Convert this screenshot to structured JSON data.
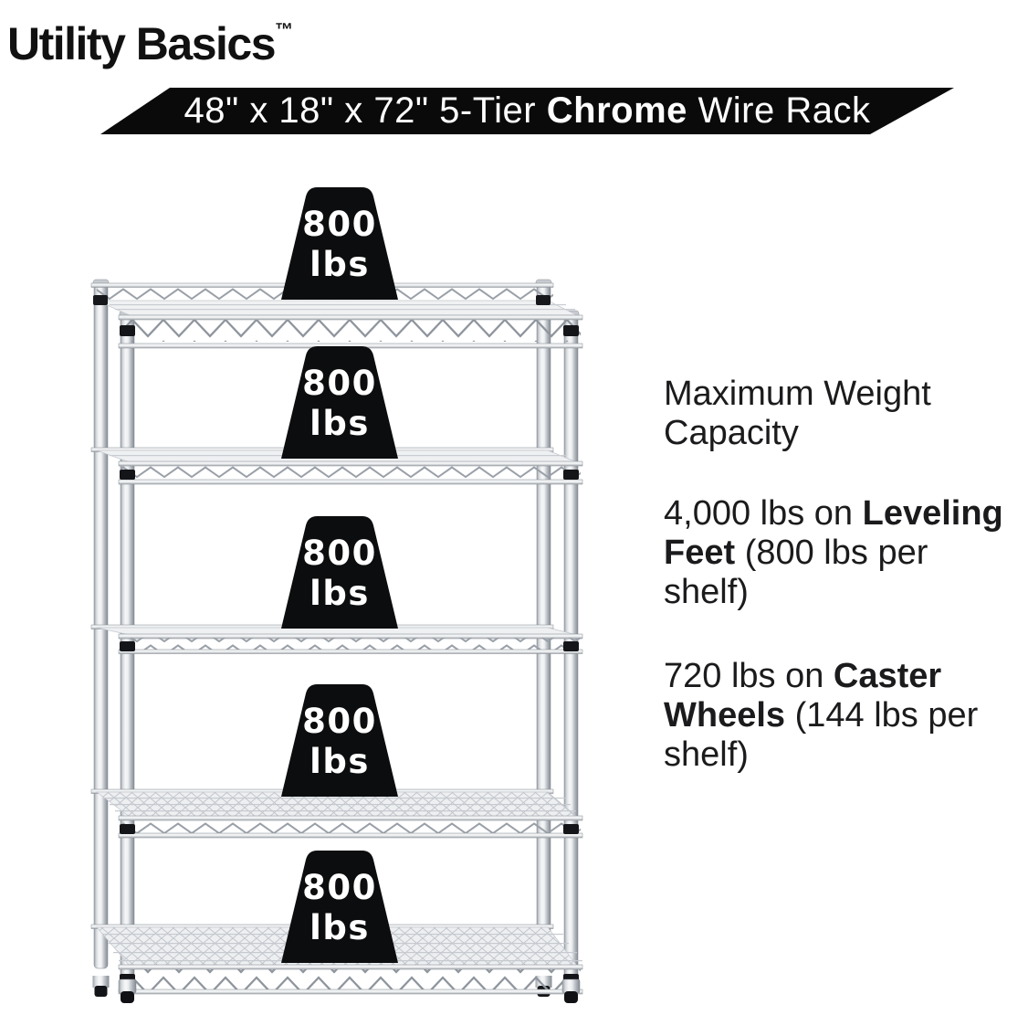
{
  "brand": {
    "name": "Utility Basics",
    "trademark": "™"
  },
  "banner": {
    "pre": "48\" x 18\" x 72\" 5-Tier ",
    "highlight": "Chrome",
    "post": " Wire Rack"
  },
  "rack": {
    "tier_count": "5",
    "weights": [
      {
        "value": "800",
        "unit": "lbs"
      },
      {
        "value": "800",
        "unit": "lbs"
      },
      {
        "value": "800",
        "unit": "lbs"
      },
      {
        "value": "800",
        "unit": "lbs"
      },
      {
        "value": "800",
        "unit": "lbs"
      }
    ]
  },
  "capacity": {
    "heading_line1": "Maximum Weight",
    "heading_line2": "Capacity",
    "leveling": {
      "l1a": "4,000 lbs on ",
      "l1b": "Leveling",
      "l2a": "Feet",
      "l2b": " (800 lbs per",
      "l3": "shelf)"
    },
    "caster": {
      "l1a": "720 lbs on ",
      "l1b": "Caster",
      "l2a": "Wheels",
      "l2b": " (144 lbs per",
      "l3": "shelf)"
    }
  },
  "colors": {
    "banner_bg": "#0a0a0b",
    "banner_fg": "#ffffff",
    "badge_bg": "#0c0d0e",
    "badge_fg": "#ffffff",
    "text": "#1b1b1d",
    "chrome_light": "#f6f7f8",
    "chrome_dark": "#868c93"
  }
}
